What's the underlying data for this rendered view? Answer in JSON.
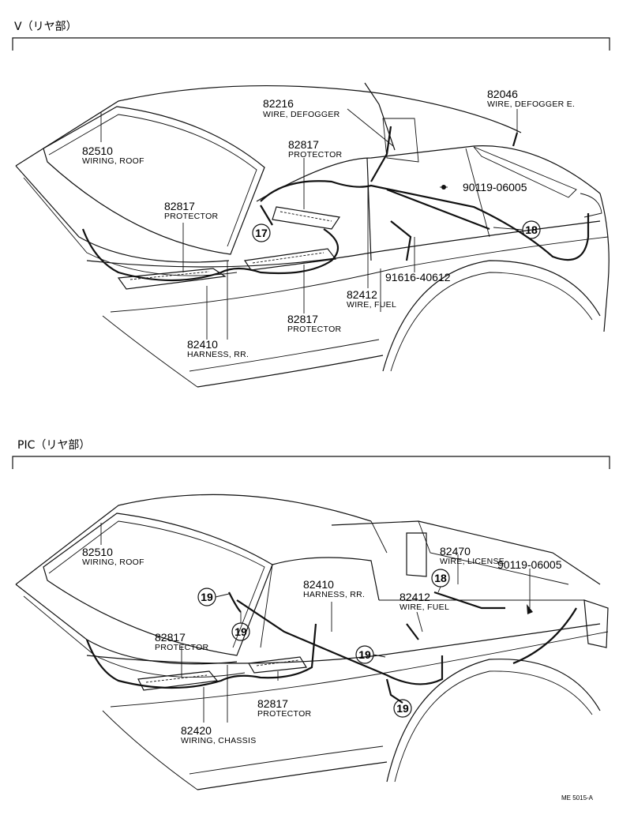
{
  "sections": [
    {
      "header": "V（リヤ部）",
      "parts": [
        {
          "number": "82510",
          "name": "WIRING, ROOF"
        },
        {
          "number": "82216",
          "name": "WIRE, DEFOGGER"
        },
        {
          "number": "82046",
          "name": "WIRE, DEFOGGER E."
        },
        {
          "number": "82817",
          "name": "PROTECTOR"
        },
        {
          "number": "82817",
          "name": "PROTECTOR"
        },
        {
          "number": "90119-06005",
          "name": ""
        },
        {
          "number": "91616-40612",
          "name": ""
        },
        {
          "number": "82412",
          "name": "WIRE, FUEL"
        },
        {
          "number": "82817",
          "name": "PROTECTOR"
        },
        {
          "number": "82410",
          "name": "HARNESS, RR."
        }
      ],
      "callouts": [
        "17",
        "18"
      ]
    },
    {
      "header": "PIC（リヤ部）",
      "parts": [
        {
          "number": "82510",
          "name": "WIRING, ROOF"
        },
        {
          "number": "82470",
          "name": "WIRE, LICENSE"
        },
        {
          "number": "90119-06005",
          "name": ""
        },
        {
          "number": "82410",
          "name": "HARNESS, RR."
        },
        {
          "number": "82412",
          "name": "WIRE, FUEL"
        },
        {
          "number": "82817",
          "name": "PROTECTOR"
        },
        {
          "number": "82817",
          "name": "PROTECTOR"
        },
        {
          "number": "82420",
          "name": "WIRING, CHASSIS"
        }
      ],
      "callouts": [
        "19",
        "19",
        "18",
        "19",
        "19"
      ]
    }
  ],
  "drawing_code": "ME 5015-A"
}
